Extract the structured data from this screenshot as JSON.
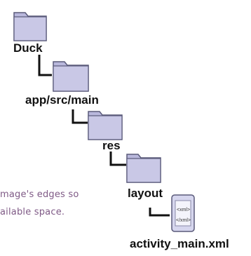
{
  "tree": {
    "nodes": [
      {
        "label": "Duck",
        "icon": "folder-icon"
      },
      {
        "label": "app/src/main",
        "icon": "folder-icon"
      },
      {
        "label": "res",
        "icon": "folder-icon"
      },
      {
        "label": "layout",
        "icon": "folder-icon"
      },
      {
        "label": "activity_main.xml",
        "icon": "xml-file-icon"
      }
    ],
    "file_icon_lines": [
      "<xml>",
      "</xml>"
    ]
  },
  "note": {
    "line1": "mage's edges so",
    "line2": "ailable space."
  },
  "colors": {
    "folder_fill": "#b9b8dc",
    "folder_stroke": "#5a5a7a",
    "connector": "#111111",
    "note_text": "#7f5a86"
  }
}
